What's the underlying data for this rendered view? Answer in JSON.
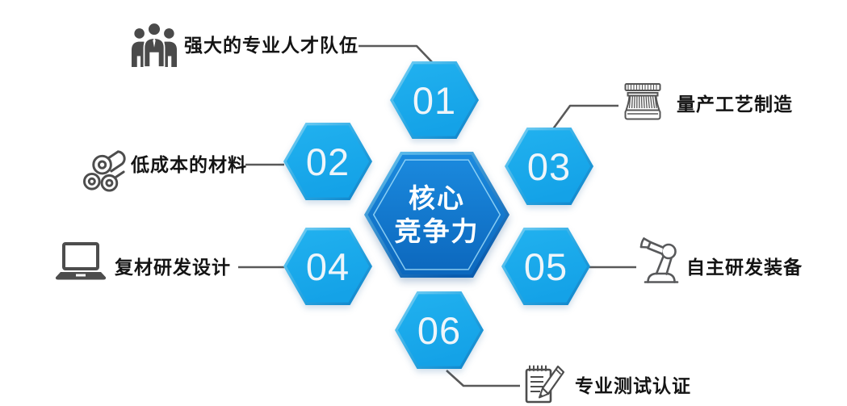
{
  "diagram": {
    "center": {
      "line1": "核心",
      "line2": "竞争力"
    },
    "items": [
      {
        "number": "01",
        "label": "强大的专业人才队伍",
        "icon": "team-icon"
      },
      {
        "number": "02",
        "label": "低成本的材料",
        "icon": "material-rolls-icon"
      },
      {
        "number": "03",
        "label": "量产工艺制造",
        "icon": "production-machine-icon"
      },
      {
        "number": "04",
        "label": "复材研发设计",
        "icon": "laptop-icon"
      },
      {
        "number": "05",
        "label": "自主研发装备",
        "icon": "robot-arm-icon"
      },
      {
        "number": "06",
        "label": "专业测试认证",
        "icon": "test-notepad-icon"
      }
    ],
    "colors": {
      "hex_fill": "#18a9ea",
      "hex_bevel_light": "#7fd4f6",
      "hex_bevel_dark": "#0c7fc6",
      "center_fill_top": "#1b8ade",
      "center_fill_bottom": "#0c67bd",
      "center_inner_line": "#9ddcf9",
      "number_text": "#eef5fa",
      "center_text": "#ffffff",
      "label_text": "#141414",
      "connector": "#595959",
      "icon": "#4d4d4d"
    }
  }
}
